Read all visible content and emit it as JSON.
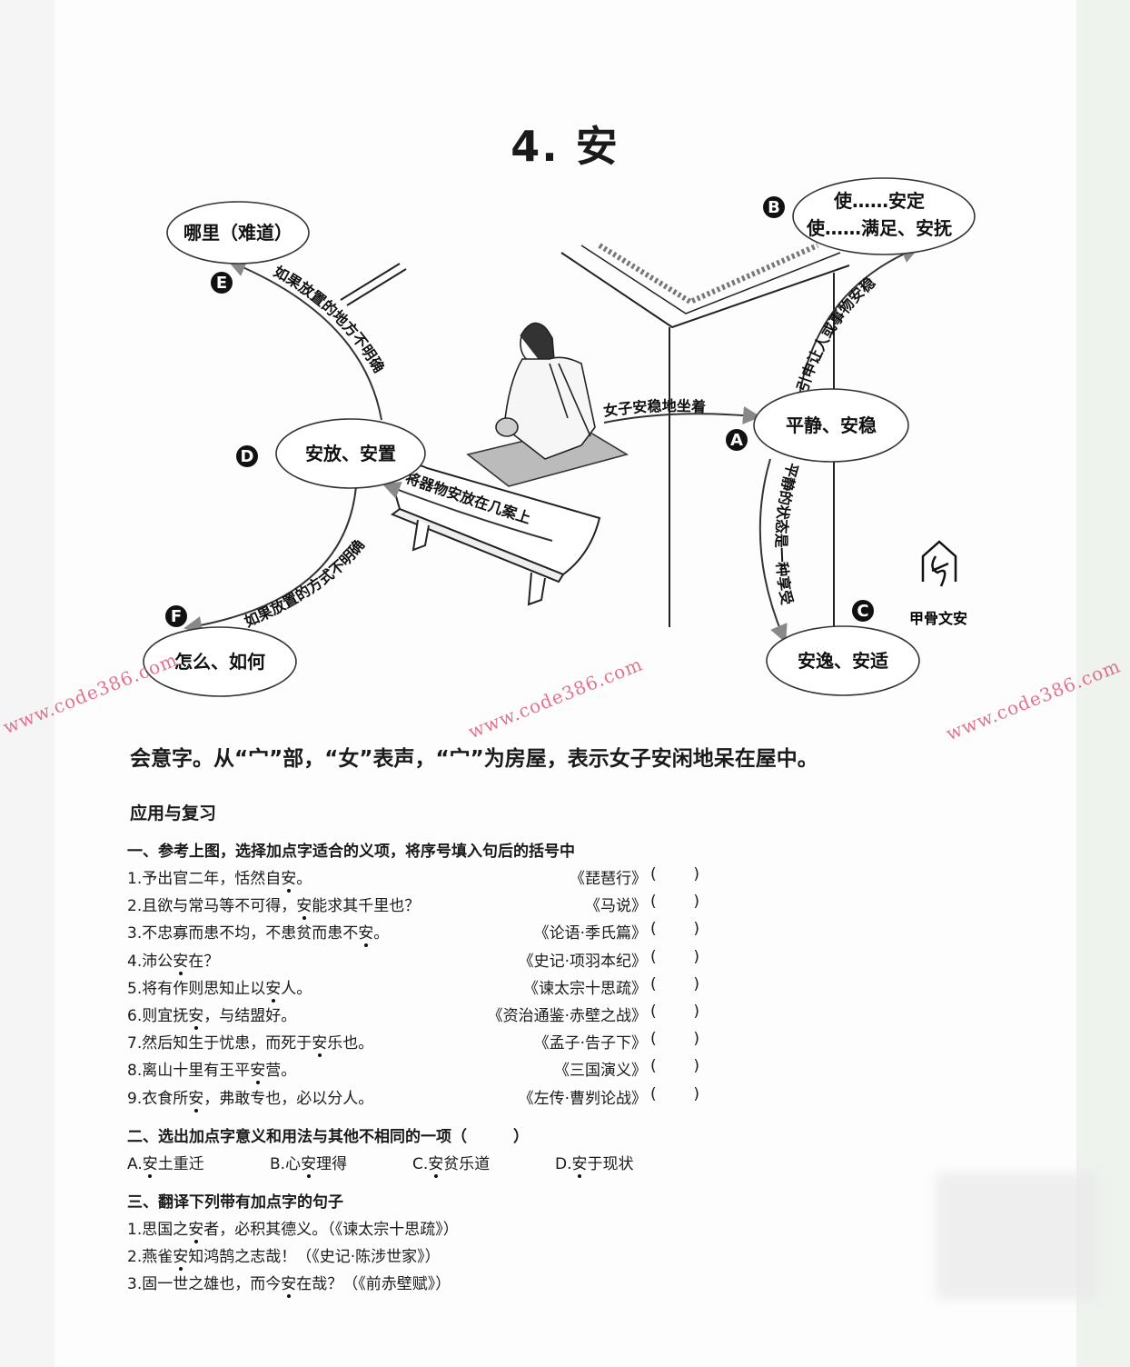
{
  "title": "4. 安",
  "diagram": {
    "nodes": {
      "A": {
        "letter": "A",
        "text": "平静、安稳"
      },
      "B": {
        "letter": "B",
        "line1": "使……安定",
        "line2": "使……满足、安抚"
      },
      "C": {
        "letter": "C",
        "text": "安逸、安适"
      },
      "D": {
        "letter": "D",
        "text": "安放、安置"
      },
      "E": {
        "letter": "E",
        "text": "哪里（难道）"
      },
      "F": {
        "letter": "F",
        "text": "怎么、如何"
      }
    },
    "edges": {
      "woman_to_A": "女子安稳地坐着",
      "A_to_B": "引申让人或事物安稳",
      "A_to_C": "平静的状态是一种享受",
      "table_to_D": "将器物安放在几案上",
      "D_to_E": "如果放置的地方不明确",
      "D_to_F": "如果放置的方式不明确"
    },
    "oracle_label": "甲骨文安"
  },
  "intro": "会意字。从“宀”部，“女”表声，“宀”为房屋，表示女子安闲地呆在屋中。",
  "review_title": "应用与复习",
  "section1": {
    "heading": "一、参考上图，选择加点字适合的义项，将序号填入句后的括号中",
    "items": [
      {
        "num": "1.",
        "pre": "予出官二年，恬然自",
        "dot": "安",
        "post": "。",
        "source": "《琵琶行》"
      },
      {
        "num": "2.",
        "pre": "且欲与常马等不可得，",
        "dot": "安",
        "post": "能求其千里也？",
        "source": "《马说》"
      },
      {
        "num": "3.",
        "pre": "不忠寡而患不均，不患贫而患不",
        "dot": "安",
        "post": "。",
        "source": "《论语·季氏篇》"
      },
      {
        "num": "4.",
        "pre": "沛公",
        "dot": "安",
        "post": "在？",
        "source": "《史记·项羽本纪》"
      },
      {
        "num": "5.",
        "pre": "将有作则思知止以",
        "dot": "安",
        "post": "人。",
        "source": "《谏太宗十思疏》"
      },
      {
        "num": "6.",
        "pre": "则宜抚",
        "dot": "安",
        "post": "，与结盟好。",
        "source": "《资治通鉴·赤壁之战》"
      },
      {
        "num": "7.",
        "pre": "然后知生于忧患，而死于",
        "dot": "安",
        "post": "乐也。",
        "source": "《孟子·告子下》"
      },
      {
        "num": "8.",
        "pre": "离山十里有王平",
        "dot": "安",
        "post": "营。",
        "source": "《三国演义》"
      },
      {
        "num": "9.",
        "pre": "衣食所",
        "dot": "安",
        "post": "，弗敢专也，必以分人。",
        "source": "《左传·曹刿论战》"
      }
    ]
  },
  "section2": {
    "heading": "二、选出加点字意义和用法与其他不相同的一项（　　　）",
    "options": [
      {
        "num": "A.",
        "pre": "",
        "dot": "安",
        "post": "土重迁"
      },
      {
        "num": "B.",
        "pre": "心",
        "dot": "安",
        "post": "理得"
      },
      {
        "num": "C.",
        "pre": "",
        "dot": "安",
        "post": "贫乐道"
      },
      {
        "num": "D.",
        "pre": "",
        "dot": "安",
        "post": "于现状"
      }
    ]
  },
  "section3": {
    "heading": "三、翻译下列带有加点字的句子",
    "items": [
      {
        "num": "1.",
        "pre": "思国之",
        "dot": "安",
        "post": "者，必积其德义。（《谏太宗十思疏》）"
      },
      {
        "num": "2.",
        "pre": "燕雀",
        "dot": "安",
        "post": "知鸿鹄之志哉！（《史记·陈涉世家》）"
      },
      {
        "num": "3.",
        "pre": "固一世之雄也，而今",
        "dot": "安",
        "post": "在哉？（《前赤壁赋》）"
      }
    ]
  },
  "watermark": "www.code386.com",
  "colors": {
    "ink": "#111111",
    "watermark": "#e05a7a",
    "arrow": "#888888"
  }
}
